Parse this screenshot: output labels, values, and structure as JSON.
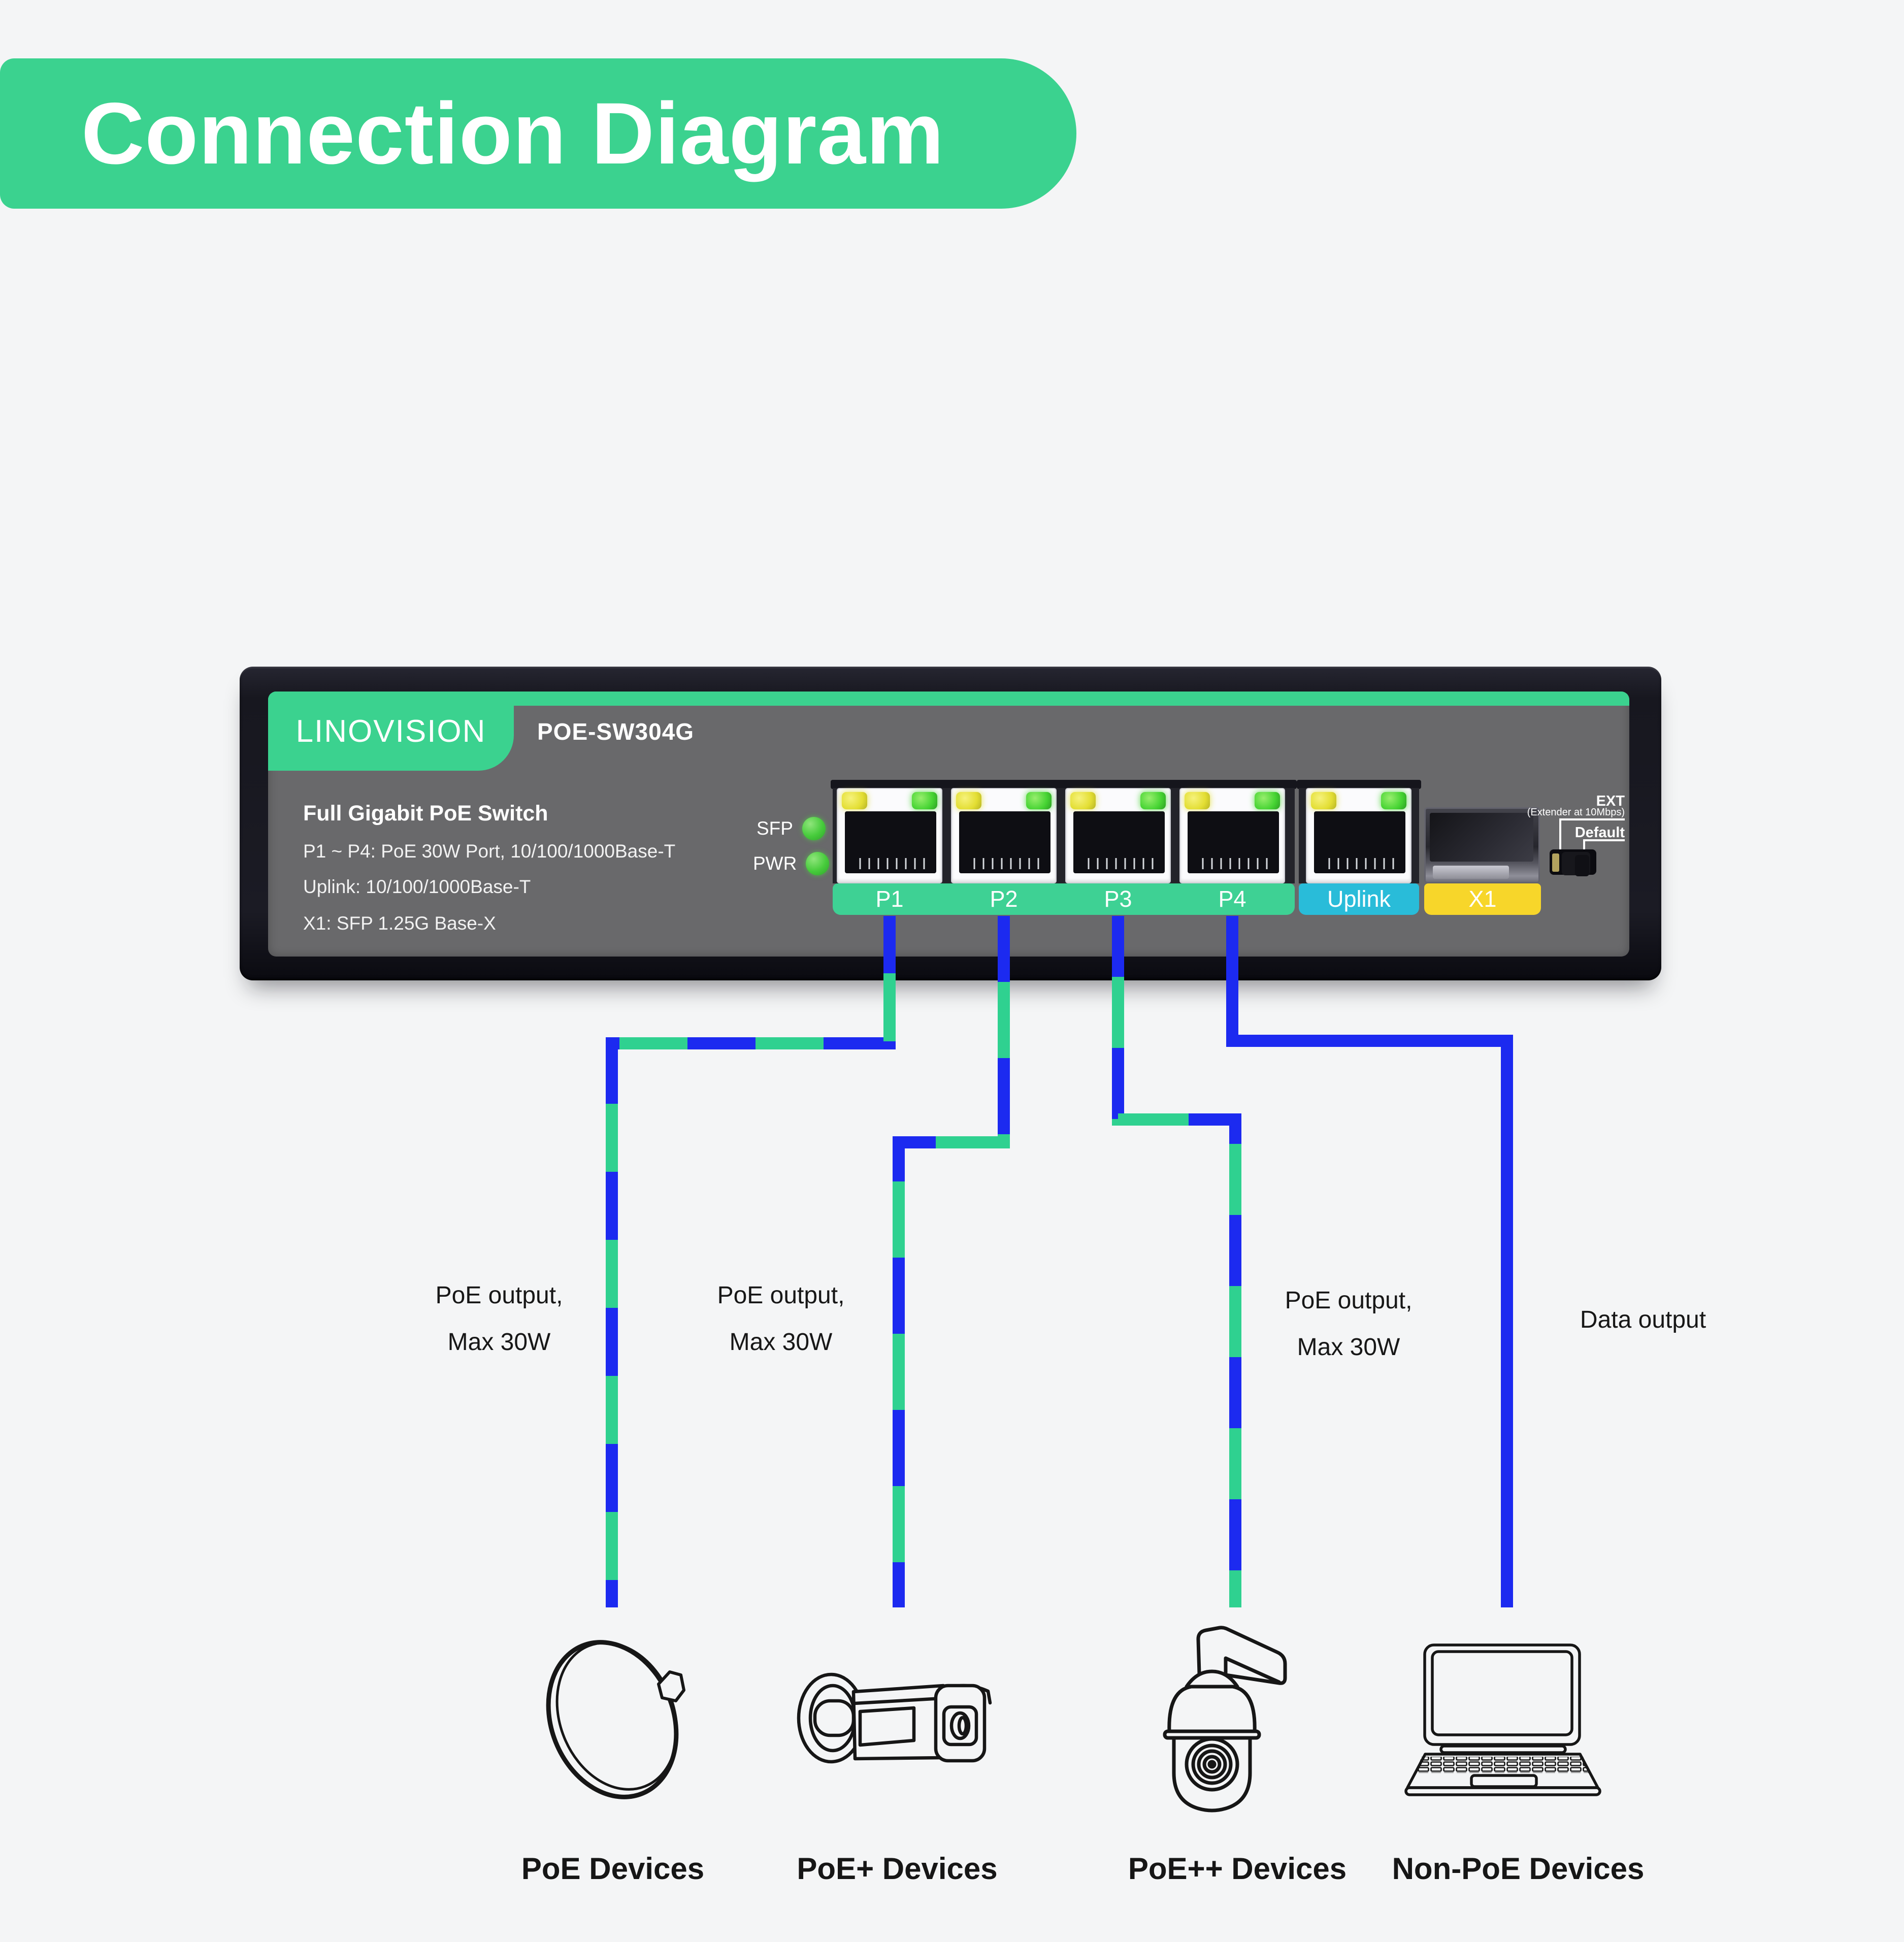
{
  "banner": {
    "title": "Connection Diagram",
    "bg_color": "#3bd28f"
  },
  "switch": {
    "brand": "LINOVISION",
    "model": "POE-SW304G",
    "product_title": "Full Gigabit PoE Switch",
    "specs": [
      "P1 ~ P4: PoE 30W Port, 10/100/1000Base-T",
      "Uplink: 10/100/1000Base-T",
      "X1: SFP 1.25G Base-X"
    ],
    "leds": [
      {
        "label": "SFP"
      },
      {
        "label": "PWR"
      }
    ],
    "poe_ports": [
      "P1",
      "P2",
      "P3",
      "P4"
    ],
    "uplink_port": "Uplink",
    "sfp_port": "X1",
    "ext_label": "EXT",
    "ext_sublabel": "(Extender at 10Mbps)",
    "ext_default": "Default"
  },
  "connections": [
    {
      "from_port": "P1",
      "label_line1": "PoE output,",
      "label_line2": "Max 30W",
      "cable_type": "poe"
    },
    {
      "from_port": "P2",
      "label_line1": "PoE output,",
      "label_line2": "Max 30W",
      "cable_type": "poe"
    },
    {
      "from_port": "P3",
      "label_line1": "PoE output,",
      "label_line2": "Max 30W",
      "cable_type": "poe"
    },
    {
      "from_port": "P4",
      "label_line1": "Data output",
      "cable_type": "data"
    }
  ],
  "devices": [
    {
      "label": "PoE Devices",
      "icon": "dish-antenna-icon"
    },
    {
      "label": "PoE+ Devices",
      "icon": "bullet-camera-icon"
    },
    {
      "label": "PoE++ Devices",
      "icon": "ptz-camera-icon"
    },
    {
      "label": "Non-PoE Devices",
      "icon": "laptop-icon"
    }
  ],
  "colors": {
    "banner_green": "#3bd28f",
    "port_bar_green": "#3ed194",
    "uplink_bar_cyan": "#29bcd9",
    "sfp_bar_yellow": "#f7d62a",
    "cable_green": "#2fd190",
    "cable_blue": "#1c2af0",
    "led_green": "#46d433",
    "led_yellow": "#e3de33"
  }
}
